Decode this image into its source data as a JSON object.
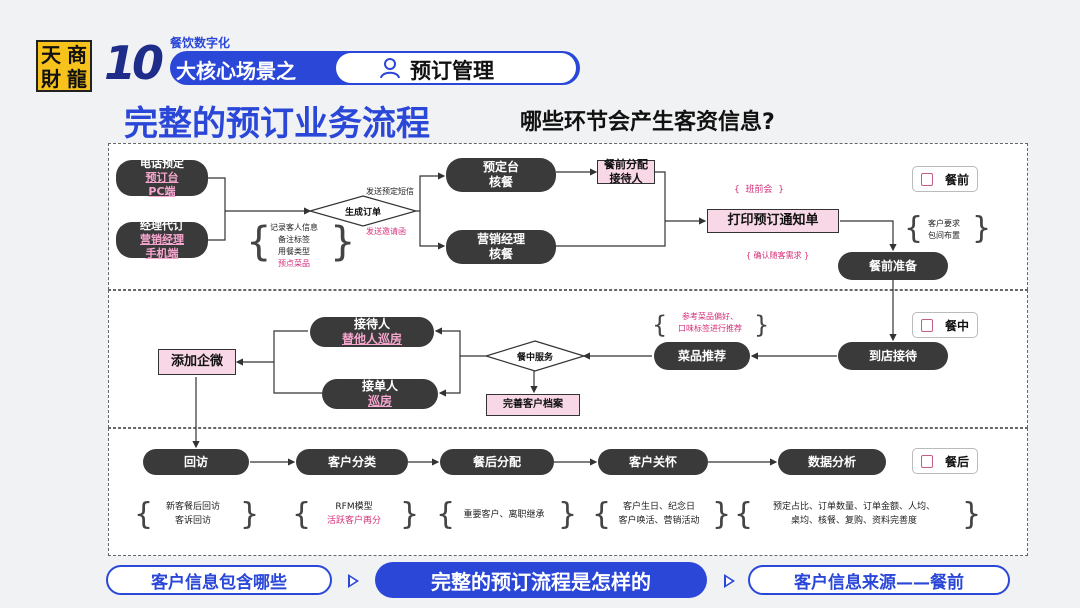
{
  "brand": {
    "logo_chars": [
      "天",
      "商",
      "財",
      "龍"
    ]
  },
  "header": {
    "number": "10",
    "category": "餐饮数字化",
    "scene_label": "大核心场景之",
    "scene_name": "预订管理",
    "title": "完整的预订业务流程",
    "question": "哪些环节会产生客资信息?"
  },
  "phases": [
    "餐前",
    "餐中",
    "餐后"
  ],
  "nodes": {
    "phone_book": {
      "line1": "电话预定",
      "line2": "预订台",
      "line3": "PC端"
    },
    "manager_book": {
      "line1": "经理代订",
      "line2": "营销经理",
      "line3": "手机端"
    },
    "gen_order": "生成订单",
    "send_sms": "发送预定短信",
    "send_invite": "发送邀请函",
    "desk_verify": {
      "line1": "预定台",
      "line2": "核餐"
    },
    "mkt_verify": {
      "line1": "营销经理",
      "line2": "核餐"
    },
    "pre_assign": {
      "line1": "餐前分配",
      "line2": "接待人"
    },
    "briefing": "班前会",
    "print_notice": "打印预订通知单",
    "customer_req": {
      "line1": "客户要求",
      "line2": "包间布置"
    },
    "confirm_req": "确认随客需求",
    "pre_prepare": "餐前准备",
    "record_info": {
      "l1": "记录客人信息",
      "l2": "备注标签",
      "l3": "用餐类型",
      "l4": "预点菜品"
    },
    "arrive": "到店接待",
    "dish_rec": "菜品推荐",
    "dish_note": {
      "l1": "参考菜品偏好、",
      "l2": "口味标签进行推荐"
    },
    "mid_service": "餐中服务",
    "receptionist": {
      "line1": "接待人",
      "line2": "替他人巡房"
    },
    "order_taker": {
      "line1": "接单人",
      "line2": "巡房"
    },
    "add_wecom": "添加企微",
    "complete_profile": "完善客户档案",
    "revisit": "回访",
    "classify": "客户分类",
    "post_assign": "餐后分配",
    "care": "客户关怀",
    "analysis": "数据分析",
    "revisit_note": {
      "l1": "新客餐后回访",
      "l2": "客诉回访"
    },
    "classify_note": {
      "l1": "RFM模型",
      "l2": "活跃客户再分"
    },
    "assign_note": "重要客户、离职继承",
    "care_note": {
      "l1": "客户生日、纪念日",
      "l2": "客户唤活、营销活动"
    },
    "analysis_note": {
      "l1": "预定占比、订单数量、订单金额、人均、",
      "l2": "桌均、核餐、复购、资料完善度"
    }
  },
  "footer": {
    "prev": "客户信息包含哪些",
    "current": "完整的预订流程是怎样的",
    "next": "客户信息来源——餐前"
  },
  "colors": {
    "accent": "#2a47d8",
    "node": "#3a3a3a",
    "pink": "#f8d8e6",
    "logo": "#f7c21b"
  }
}
